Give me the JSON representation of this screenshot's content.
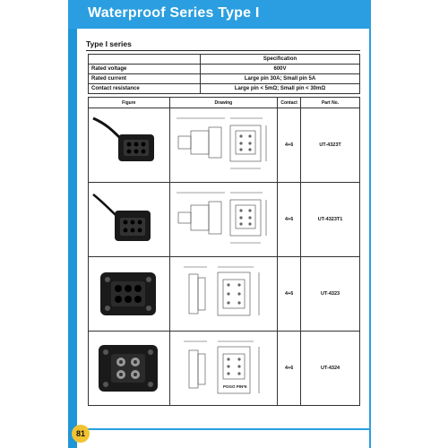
{
  "header": {
    "title": "Waterproof Series Type I"
  },
  "section": {
    "title": "Type I series"
  },
  "spec": {
    "heading": "Specification",
    "rows": [
      {
        "label": "Rated voltage",
        "value": "600V"
      },
      {
        "label": "Rated current",
        "value": "Large pin 30A; Small pin 5A"
      },
      {
        "label": "Contact resistance",
        "value": "Large pin < 5mΩ; Small pin < 30mΩ"
      }
    ]
  },
  "products": {
    "headers": {
      "figure": "Figure",
      "drawing": "Drawing",
      "contact": "Contact",
      "part": "Part No."
    },
    "rows": [
      {
        "contact": "4+6",
        "part": "UT-4323T"
      },
      {
        "contact": "4+6",
        "part": "UT-4323T1"
      },
      {
        "contact": "4+6",
        "part": "UT-4323"
      },
      {
        "contact": "4+6",
        "part": "UT-4324",
        "pogo_label": "POGO PIN*6"
      }
    ]
  },
  "page_number": "81",
  "colors": {
    "accent": "#2a9ee0",
    "page_badge": "#f2c230"
  }
}
